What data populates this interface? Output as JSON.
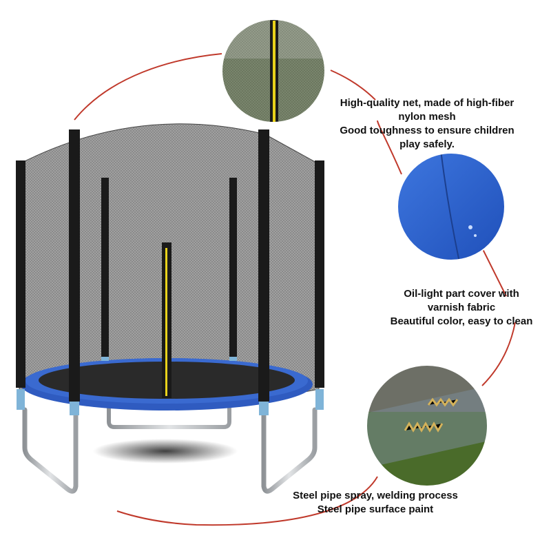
{
  "features": [
    {
      "lines": [
        "High-quality net, made of high-fiber",
        "nylon mesh",
        "Good toughness to ensure children",
        "play safely."
      ],
      "detail_icon": "net-closeup-icon"
    },
    {
      "lines": [
        "Oil-light part cover with",
        "varnish fabric",
        "Beautiful color, easy to clean"
      ],
      "detail_icon": "fabric-closeup-icon"
    },
    {
      "lines": [
        "Steel pipe spray, welding process",
        "Steel pipe surface paint"
      ],
      "detail_icon": "spring-closeup-icon"
    }
  ],
  "colors": {
    "callout_line": "#c0392b",
    "pad_blue": "#2f5bc0",
    "net_gray": "#5a5a5a",
    "pole_black": "#1a1a1a",
    "pole_stripe": "#e8d21b",
    "frame_steel": "#b9bcbf",
    "mat_black": "#2a2a2a",
    "grass_green": "#4a6b2a"
  }
}
